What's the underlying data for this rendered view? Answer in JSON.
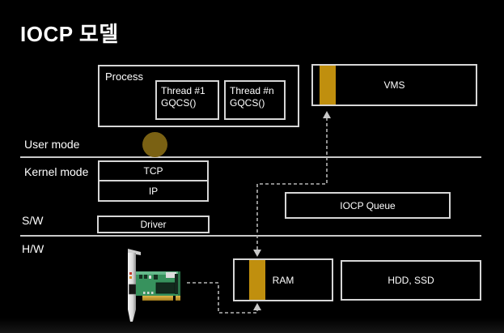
{
  "slide": {
    "title": "IOCP 모델"
  },
  "mode_labels": {
    "user": "User mode",
    "kernel": "Kernel mode",
    "sw": "S/W",
    "hw": "H/W"
  },
  "diagram": {
    "process": {
      "label": "Process"
    },
    "thread1": {
      "line1": "Thread #1",
      "line2": "GQCS()"
    },
    "thread_n": {
      "line1": "Thread #n",
      "line2": "GQCS()"
    },
    "vms": {
      "label": "VMS"
    },
    "tcp": {
      "label": "TCP"
    },
    "ip": {
      "label": "IP"
    },
    "driver": {
      "label": "Driver"
    },
    "iocp_queue": {
      "label": "IOCP Queue"
    },
    "ram": {
      "label": "RAM"
    },
    "hdd_ssd": {
      "label": "HDD, SSD"
    },
    "nic_icon": "network-interface-card"
  },
  "colors": {
    "background": "#000000",
    "box_border": "#D6D6D6",
    "text": "#FFFFFF",
    "accent_gold": "#C08F0E",
    "circle_gold": "#7A6113",
    "dash_line": "#B5B5B5"
  }
}
